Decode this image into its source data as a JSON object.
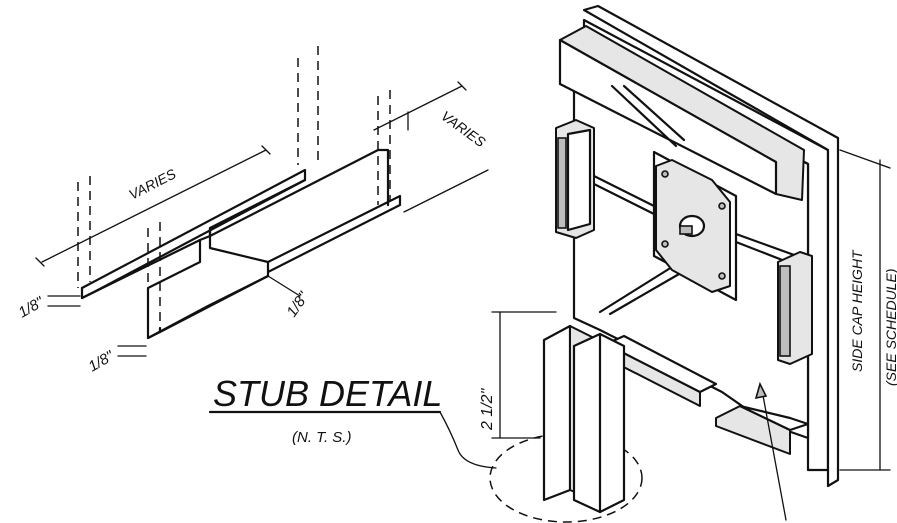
{
  "stub_detail": {
    "title": "STUB DETAIL",
    "scale_note": "(N. T. S.)",
    "dim_varies_left": "VARIES",
    "dim_varies_right": "VARIES",
    "dim_thickness_a": "1/8\"",
    "dim_thickness_b": "1/8\"",
    "dim_thickness_c": "1/8\""
  },
  "side_cap": {
    "stub_height": "2 1/2\"",
    "height_label": "SIDE CAP HEIGHT",
    "schedule_note": "(SEE SCHEDULE)"
  }
}
